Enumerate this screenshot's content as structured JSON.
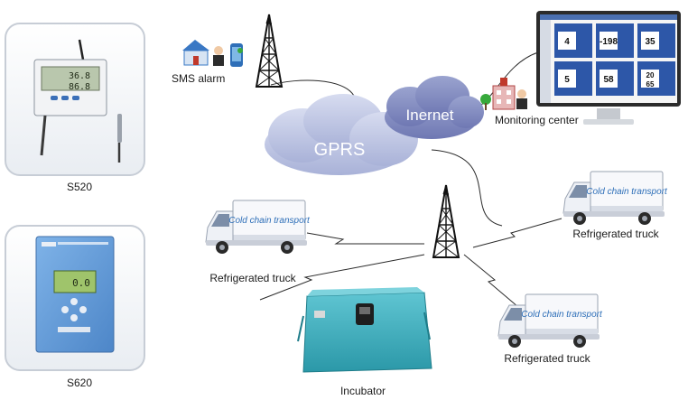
{
  "devices": {
    "s520": {
      "label": "S520",
      "display_line1": "36.8",
      "display_line2": "86.8"
    },
    "s620": {
      "label": "S620",
      "display_value": "0.0"
    }
  },
  "network": {
    "gprs_label": "GPRS",
    "internet_label": "Inernet",
    "sms_label": "SMS alarm",
    "monitoring_label": "Monitoring center"
  },
  "monitor_screen": {
    "panels": [
      "4",
      "-198",
      "35",
      "5",
      "58",
      "20",
      "65"
    ]
  },
  "trucks": [
    {
      "label": "Refrigerated truck",
      "body_text": "Cold chain transport"
    },
    {
      "label": "Refrigerated truck",
      "body_text": "Cold chain transport"
    },
    {
      "label": "Refrigerated truck",
      "body_text": "Cold chain transport"
    }
  ],
  "incubator": {
    "label": "Incubator"
  },
  "colors": {
    "cloud": "#c3cbe6",
    "cloud_text": "#ffffff",
    "monitor_frame": "#2b2b2b",
    "screen_panel": "#2d57a8",
    "incubator": "#3aaebe",
    "s620_body": "#5f99d8",
    "truck_cab": "#eef1f6",
    "accent_green": "#37a93b"
  }
}
